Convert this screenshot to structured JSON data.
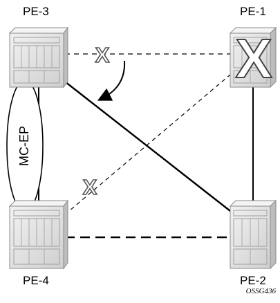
{
  "nodes": {
    "pe3": {
      "label": "PE-3"
    },
    "pe1": {
      "label": "PE-1"
    },
    "pe4": {
      "label": "PE-4"
    },
    "pe2": {
      "label": "PE-2"
    }
  },
  "mc_ep": {
    "label": "MC-EP"
  },
  "link_markers": {
    "pe3_pe1": "X",
    "pe4_pe1": "X"
  },
  "failed_marker": "X",
  "figure_id": "OSSG436",
  "colors": {
    "router_fill": "#e4e4e4",
    "router_stroke": "#8a8a8a",
    "line": "#000000",
    "marker_fill": "#ffffff"
  }
}
